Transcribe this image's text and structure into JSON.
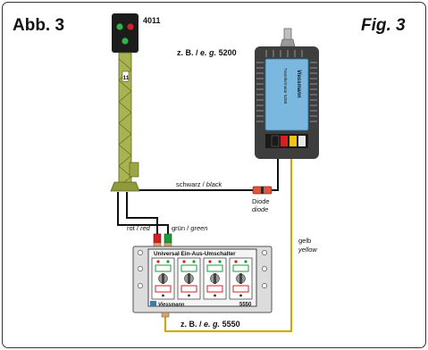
{
  "header": {
    "left_title": "Abb. 3",
    "right_title": "Fig. 3"
  },
  "signal": {
    "number": "4011",
    "mast_label": "11"
  },
  "transformer": {
    "ref_de": "z. B. /",
    "ref_en": "e. g.",
    "model": "5200",
    "side_text": "Transformator 5200",
    "brand": "Viessmann"
  },
  "wires": {
    "black": {
      "de": "schwarz /",
      "en": "black",
      "color": "#111111"
    },
    "red": {
      "de": "rot /",
      "en": "red",
      "color": "#d41f26"
    },
    "green": {
      "de": "grün /",
      "en": "green",
      "color": "#1f9a3a"
    },
    "yellow": {
      "de": "gelb",
      "en": "yellow",
      "color": "#e8c020"
    }
  },
  "diode": {
    "de": "Diode",
    "en": "diode"
  },
  "switch": {
    "title": "Universal Ein-Aus-Umschalter",
    "brand": "Viessmann",
    "model_small": "5550",
    "ref_de": "z. B. /",
    "ref_en": "e. g.",
    "model": "5550"
  },
  "colors": {
    "mast": "#8f9a3c",
    "transformer_body": "#7ab8e0",
    "transformer_frame": "#3e3e3e",
    "switch_body": "#dcdcdc"
  }
}
